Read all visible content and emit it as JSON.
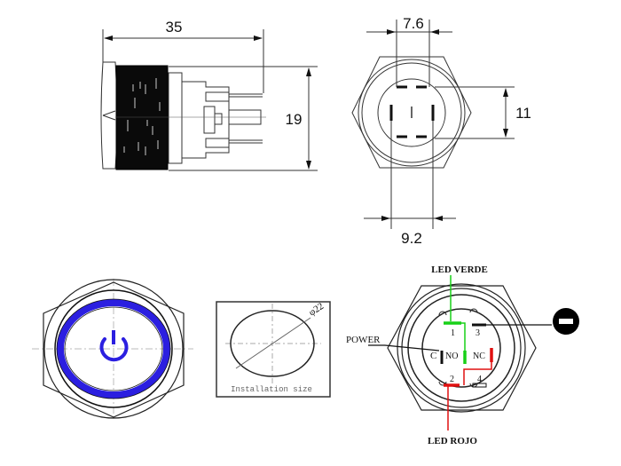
{
  "side_view": {
    "width_dim": "35",
    "height_dim": "19"
  },
  "back_view": {
    "top_dim": "7.6",
    "right_dim": "11",
    "bottom_dim": "9.2"
  },
  "front_view": {
    "icon": "power-icon",
    "ring_color": "#2b1fe0"
  },
  "installation": {
    "label": "Installation size",
    "diameter_note": "φ22"
  },
  "wiring": {
    "led_green_label": "LED VERDE",
    "led_red_label": "LED ROJO",
    "power_label": "POWER",
    "terminal_c": "C",
    "terminal_no": "NO",
    "terminal_nc": "NC",
    "pin_1": "1",
    "pin_2": "2",
    "pin_3": "3",
    "pin_4": "4",
    "minus_symbol": "negative-terminal-icon",
    "green_color": "#18d018",
    "red_color": "#e01010"
  }
}
